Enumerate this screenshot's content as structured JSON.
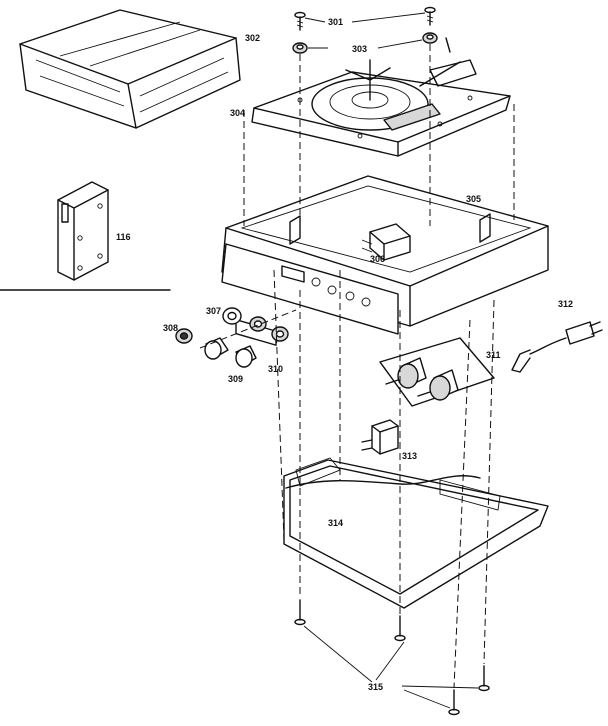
{
  "diagram": {
    "labels": {
      "cover": "302",
      "screws_top": "301",
      "washers_top": "303",
      "turntable_plate": "304",
      "cabinet": "305",
      "switch_inner": "306",
      "washer_307": "307",
      "knob_308": "308",
      "knobs_309": "309",
      "nuts_310": "310",
      "control_board": "311",
      "power_cord": "312",
      "switch_313": "313",
      "bottom_pan": "314",
      "screws_bottom": "315",
      "hinge": "116"
    }
  }
}
